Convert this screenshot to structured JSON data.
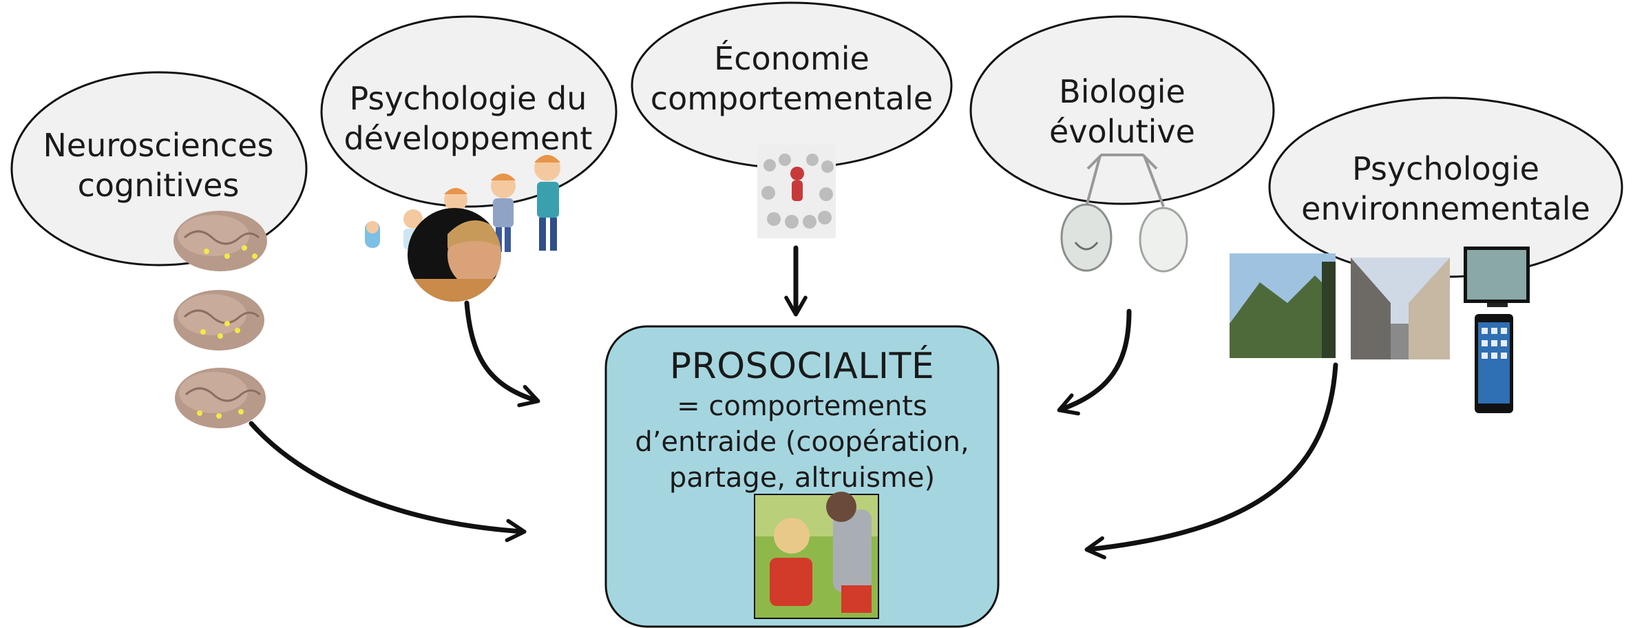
{
  "disciplines": {
    "neurosciences": {
      "line1": "Neurosciences",
      "line2": "cognitives"
    },
    "developpement": {
      "line1": "Psychologie du",
      "line2": "développement"
    },
    "economie": {
      "line1": "Économie",
      "line2": "comportementale"
    },
    "biologie": {
      "line1": "Biologie",
      "line2": "évolutive"
    },
    "environnementale": {
      "line1": "Psychologie",
      "line2": "environnementale"
    }
  },
  "center": {
    "title": "PROSOCIALITÉ",
    "line1": "= comportements",
    "line2": "d’entraide (coopération,",
    "line3": "partage, altruisme)"
  },
  "colors": {
    "bubble_fill": "#f1f1f1",
    "center_fill": "#a5d6e0",
    "arrow": "#111111"
  }
}
